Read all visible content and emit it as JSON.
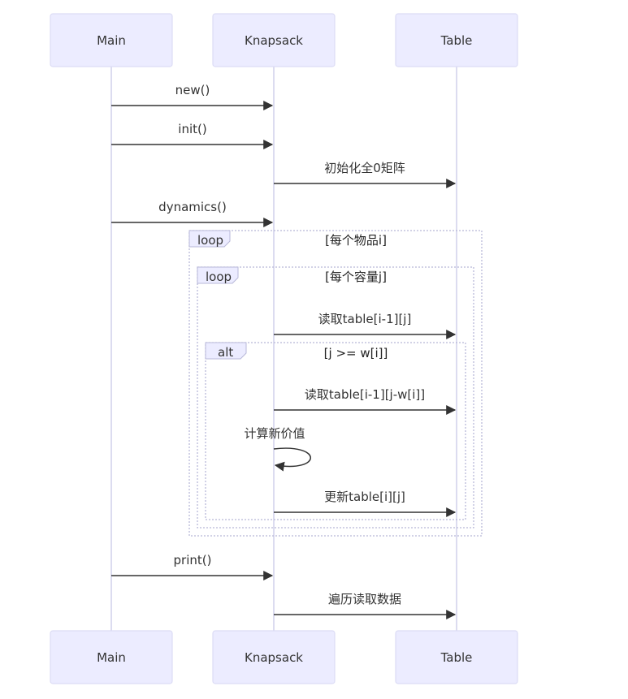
{
  "actors": [
    {
      "id": "main",
      "label": "Main"
    },
    {
      "id": "knapsack",
      "label": "Knapsack"
    },
    {
      "id": "table",
      "label": "Table"
    }
  ],
  "messages": [
    {
      "from": "main",
      "to": "knapsack",
      "label": "new()"
    },
    {
      "from": "main",
      "to": "knapsack",
      "label": "init()"
    },
    {
      "from": "knapsack",
      "to": "table",
      "label": "初始化全0矩阵"
    },
    {
      "from": "main",
      "to": "knapsack",
      "label": "dynamics()"
    },
    {
      "from": "knapsack",
      "to": "table",
      "label": "读取table[i-1][j]"
    },
    {
      "from": "knapsack",
      "to": "table",
      "label": "读取table[i-1][j-w[i]]"
    },
    {
      "from": "knapsack",
      "to": "knapsack",
      "label": "计算新价值"
    },
    {
      "from": "knapsack",
      "to": "table",
      "label": "更新table[i][j]"
    },
    {
      "from": "main",
      "to": "knapsack",
      "label": "print()"
    },
    {
      "from": "knapsack",
      "to": "table",
      "label": "遍历读取数据"
    }
  ],
  "frames": [
    {
      "kind": "loop",
      "condition": "[每个物品i]"
    },
    {
      "kind": "loop",
      "condition": "[每个容量j]"
    },
    {
      "kind": "alt",
      "condition": "[j >= w[i]]"
    }
  ],
  "colors": {
    "actor_fill": "#ECECFF",
    "actor_border": "#DCDCF5",
    "lifeline": "#D4D4EC",
    "arrow": "#333333",
    "frame_border": "#B8B8D8"
  }
}
